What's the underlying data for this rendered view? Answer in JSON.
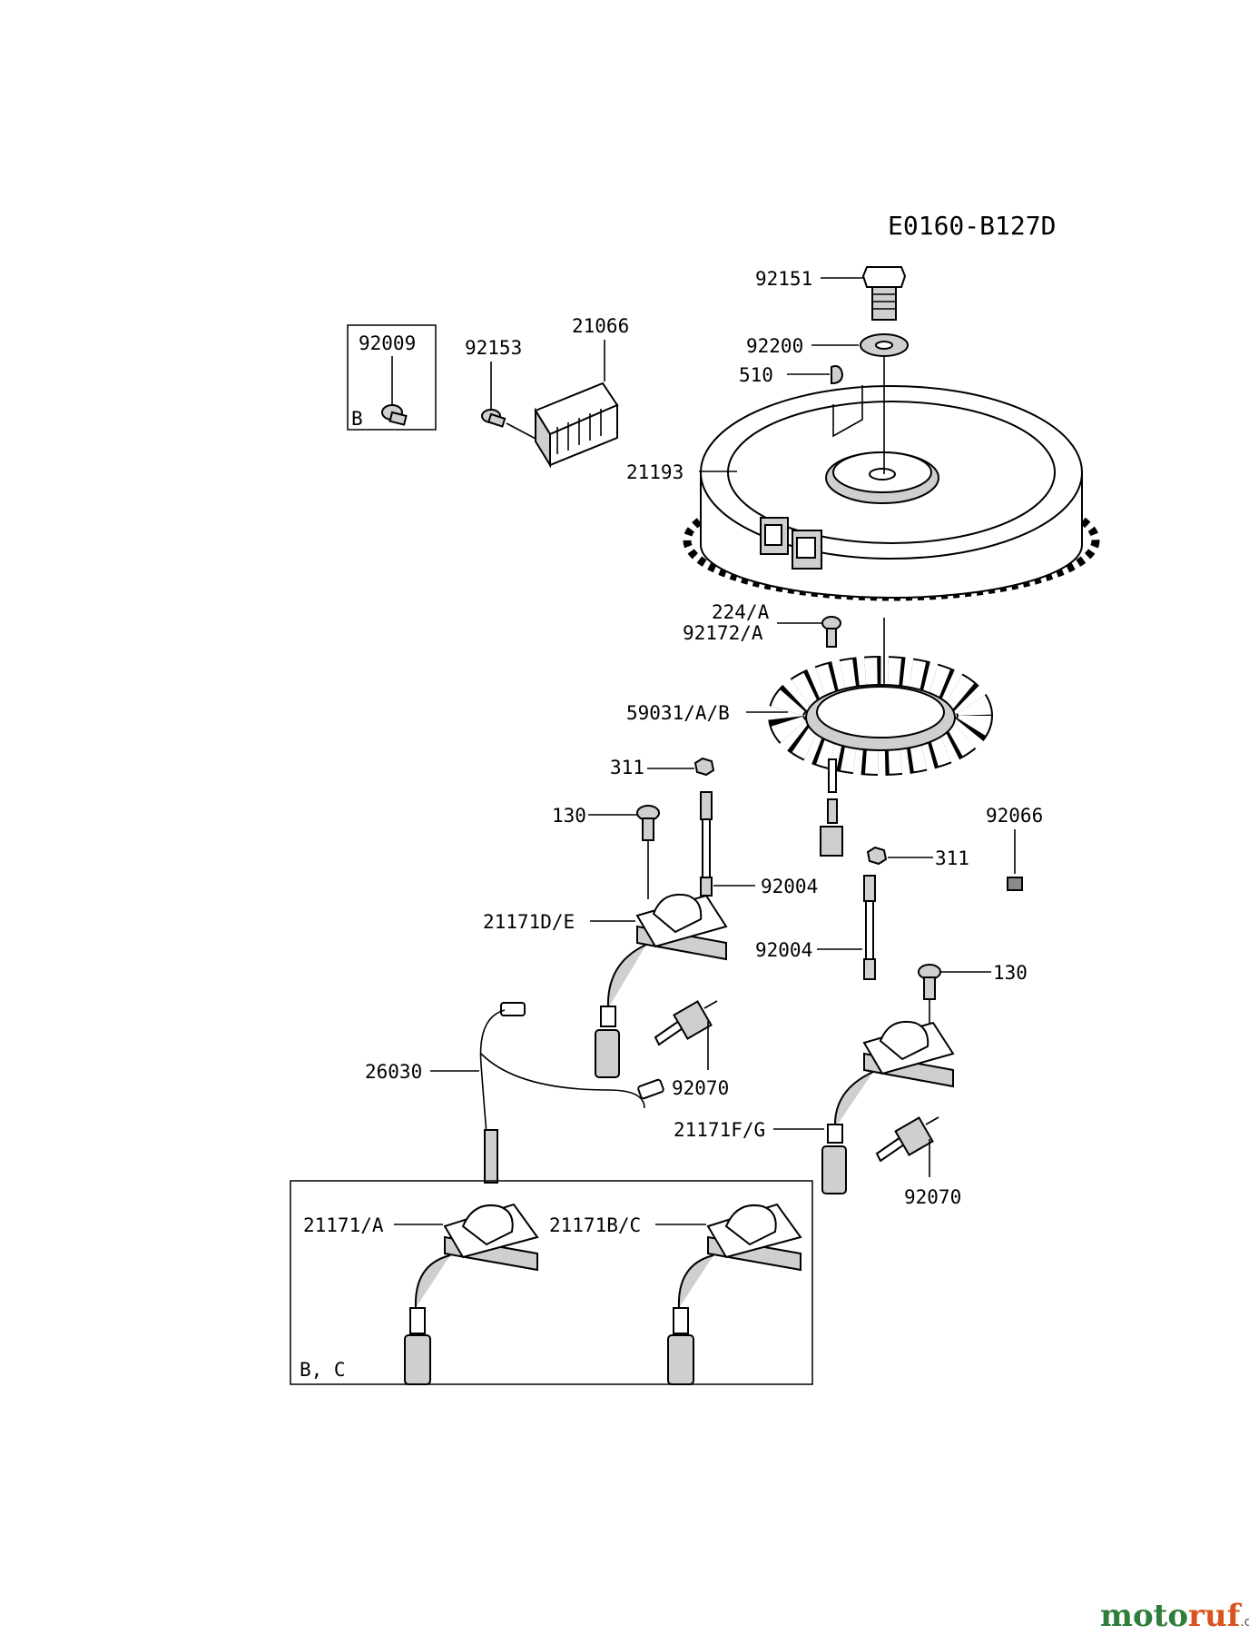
{
  "diagram_code": "E0160-B127D",
  "labels": {
    "p92151": "92151",
    "p92200": "92200",
    "p510": "510",
    "p21193": "21193",
    "p92009": "92009",
    "pB": "B",
    "p92153": "92153",
    "p21066": "21066",
    "p224A": "224/A",
    "p92172A": "92172/A",
    "p59031": "59031/A/B",
    "p311a": "311",
    "p130a": "130",
    "p92066": "92066",
    "p311b": "311",
    "p92004a": "92004",
    "p21171DE": "21171D/E",
    "p92004b": "92004",
    "p130b": "130",
    "p26030": "26030",
    "p92070a": "92070",
    "p21171FG": "21171F/G",
    "p92070b": "92070",
    "p21171A": "21171/A",
    "p21171BC": "21171B/C",
    "pBC": "B, C"
  },
  "watermark": {
    "part1": "moto",
    "part2": "ruf",
    "suffix": ".de"
  }
}
